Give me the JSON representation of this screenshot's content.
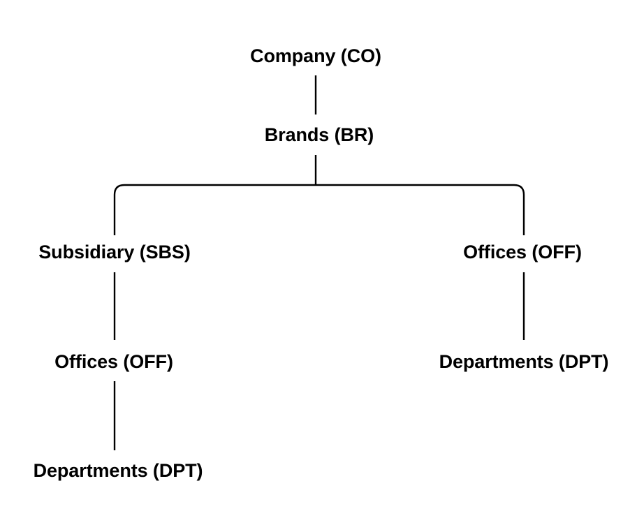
{
  "diagram": {
    "type": "hierarchy-tree",
    "background_color": "#ffffff",
    "line_color": "#000000",
    "text_color": "#000000",
    "nodes": {
      "company": "Company (CO)",
      "brands": "Brands (BR)",
      "subsidiary": "Subsidiary (SBS)",
      "offices_right": "Offices (OFF)",
      "offices_left": "Offices (OFF)",
      "departments_right": "Departments (DPT)",
      "departments_left": "Departments (DPT)"
    },
    "edges": [
      {
        "from": "Company (CO)",
        "to": "Brands (BR)"
      },
      {
        "from": "Brands (BR)",
        "to": "Subsidiary (SBS)"
      },
      {
        "from": "Brands (BR)",
        "to": "Offices (OFF)"
      },
      {
        "from": "Subsidiary (SBS)",
        "to": "Offices (OFF)"
      },
      {
        "from": "Offices (OFF)",
        "to": "Departments (DPT)"
      },
      {
        "from": "Offices (OFF)",
        "to": "Departments (DPT)"
      }
    ]
  }
}
